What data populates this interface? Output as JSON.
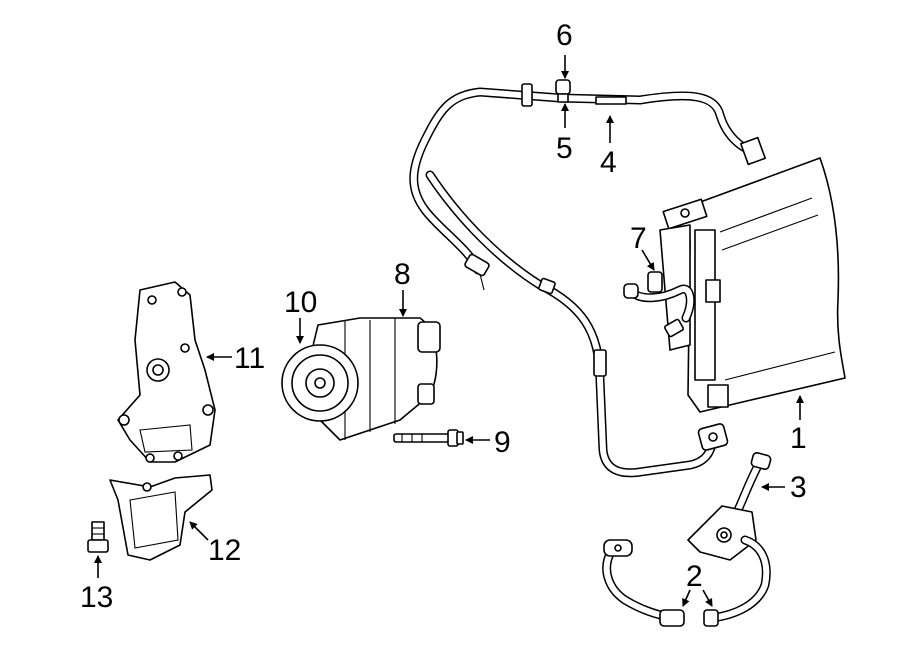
{
  "callouts": {
    "c1": "1",
    "c2": "2",
    "c3": "3",
    "c4": "4",
    "c5": "5",
    "c6": "6",
    "c7": "7",
    "c8": "8",
    "c9": "9",
    "c10": "10",
    "c11": "11",
    "c12": "12",
    "c13": "13"
  }
}
